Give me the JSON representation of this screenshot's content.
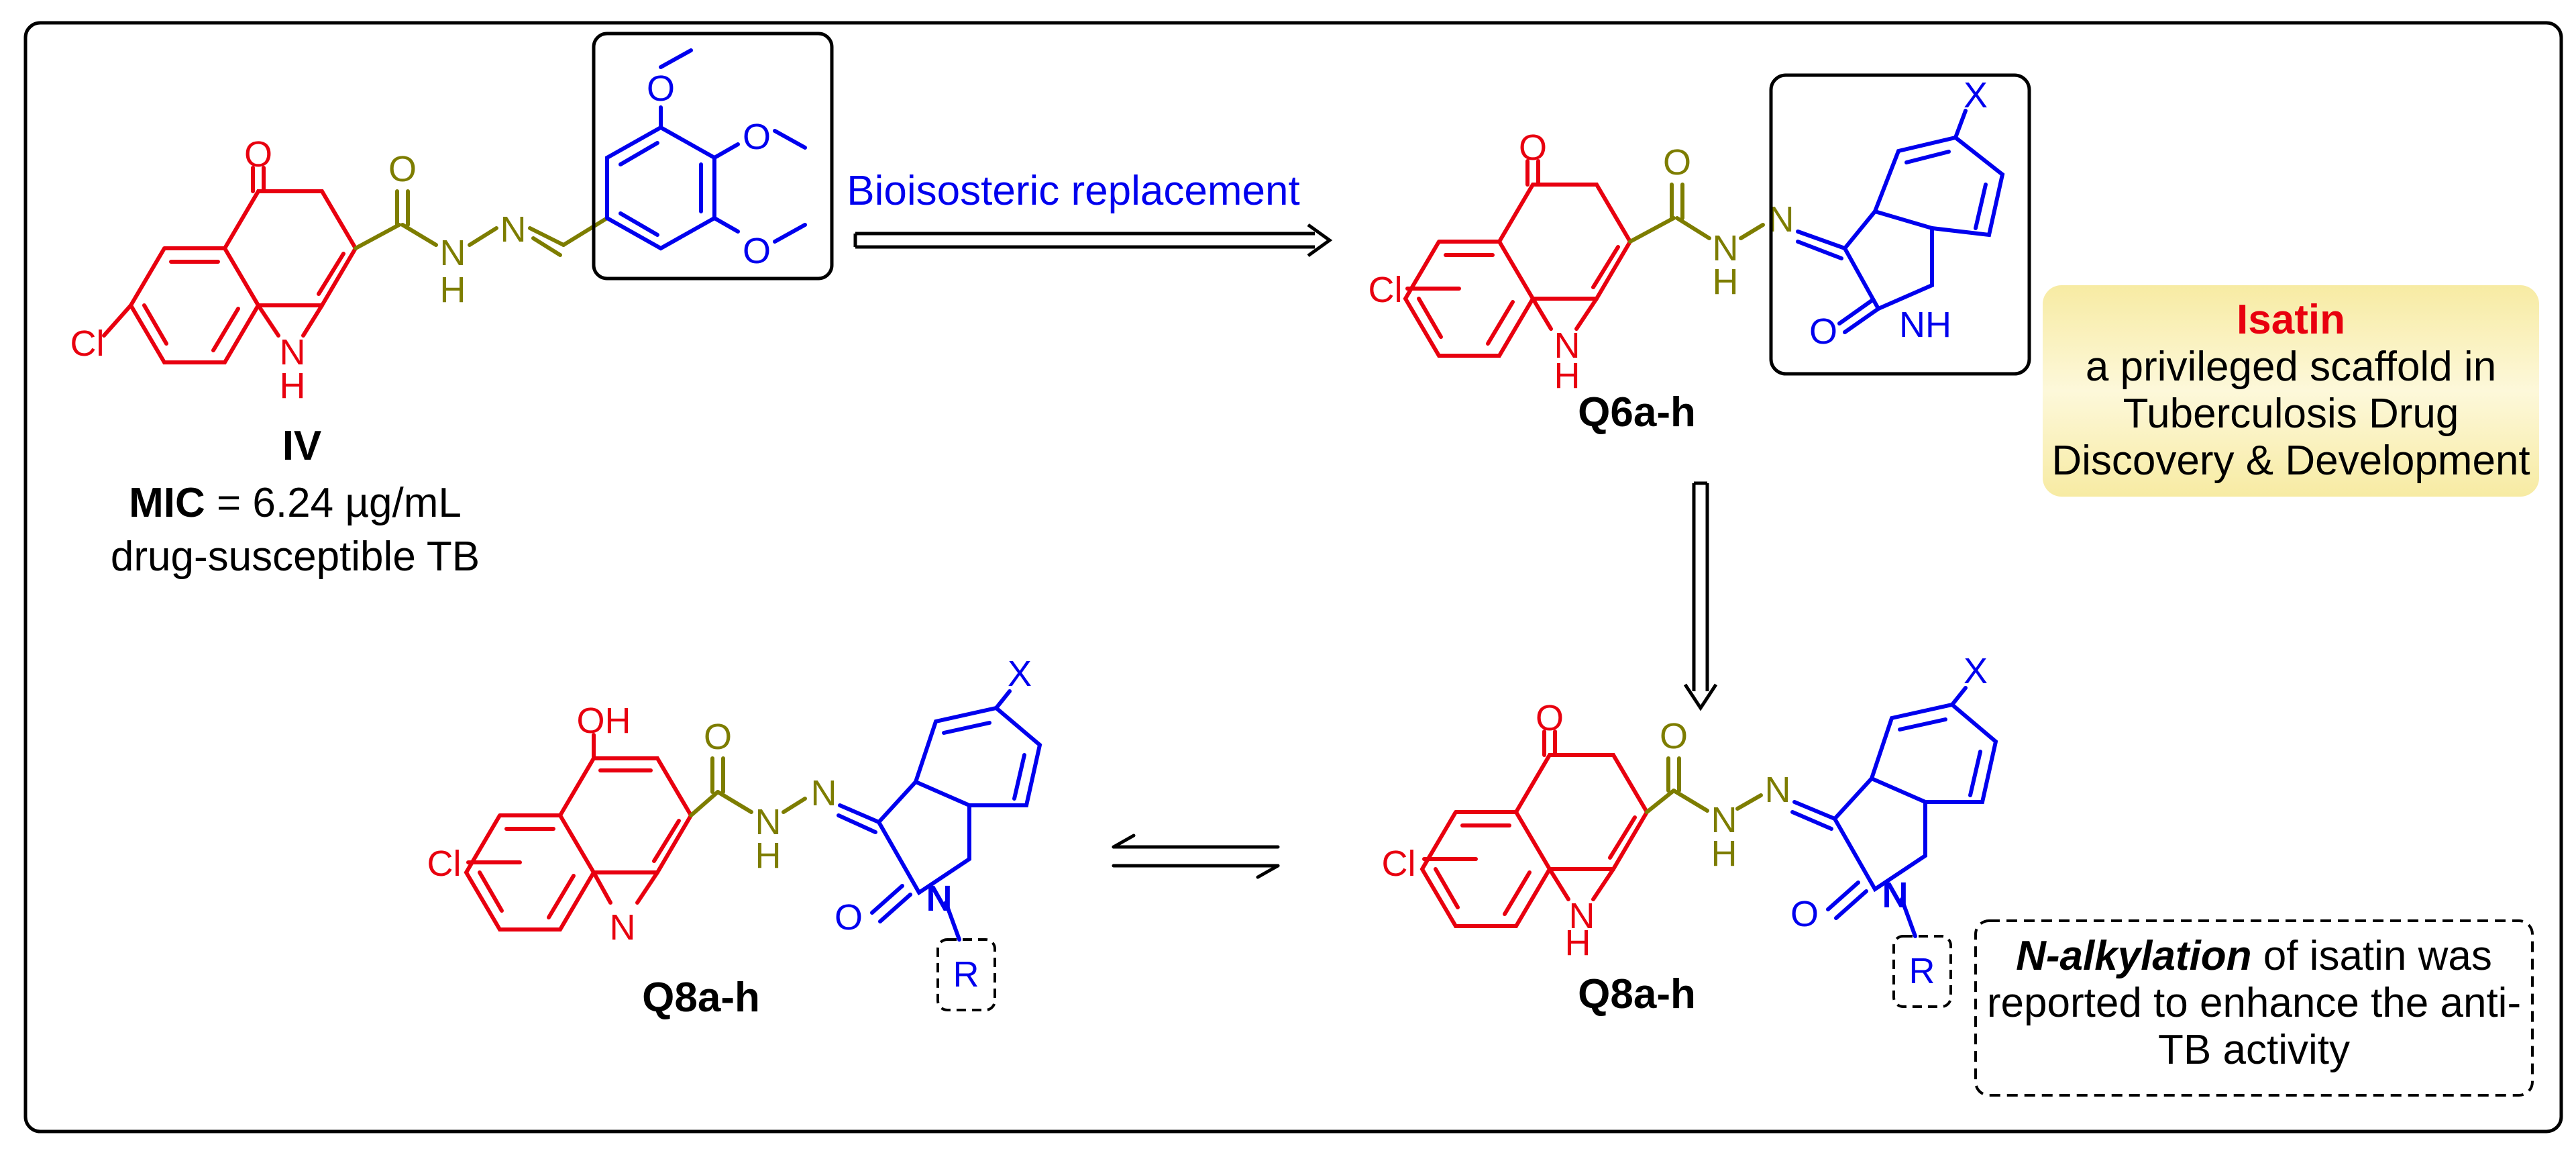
{
  "colors": {
    "quinolone": "#e8000f",
    "linker": "#7d7d00",
    "isatin": "#0000ee",
    "black": "#000000",
    "note_fill": "#fbf3c2"
  },
  "compound_iv": {
    "label": "IV",
    "mic_label": "MIC",
    "mic_value": " = 6.24 µg/mL",
    "description": "drug-susceptible TB"
  },
  "arrow_top": {
    "label": "Bioisosteric replacement"
  },
  "compound_q6": {
    "label": "Q6a-h"
  },
  "compound_q8_left": {
    "label": "Q8a-h"
  },
  "compound_q8_right": {
    "label": "Q8a-h"
  },
  "atoms": {
    "O": "O",
    "OH": "OH",
    "N": "N",
    "H": "H",
    "NH": "NH",
    "Cl": "Cl",
    "X": "X",
    "R": "R"
  },
  "isatin_note": {
    "title": "Isatin",
    "line1": "a privileged scaffold in",
    "line2": "Tuberculosis Drug",
    "line3": "Discovery & Development"
  },
  "alkylation_note": {
    "title": "N-alkylation",
    "line1_rest": " of isatin was",
    "line2": "reported to enhance the anti-",
    "line3": "TB activity"
  }
}
